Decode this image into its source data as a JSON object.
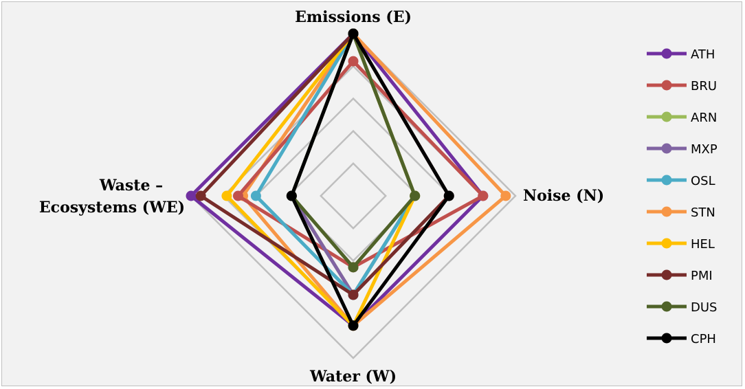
{
  "chart_data": {
    "type": "radar",
    "axes": [
      "Emissions (E)",
      "Noise (N)",
      "Water (W)",
      "Waste –",
      "Ecosystems (WE)"
    ],
    "axis_keys": [
      "E",
      "N",
      "W",
      "WE"
    ],
    "rmax": 5,
    "grid_levels": [
      1,
      2,
      3,
      4,
      5
    ],
    "grid": true,
    "legend_position": "right",
    "series": [
      {
        "name": "ATH",
        "color": "#7030A0",
        "values": [
          5,
          4.0,
          4,
          5
        ]
      },
      {
        "name": "BRU",
        "color": "#C0504D",
        "values": [
          4.15,
          4.0,
          2.2,
          3.55
        ]
      },
      {
        "name": "ARN",
        "color": "#9BBB59",
        "values": [
          5,
          1.9,
          3.05,
          1.9
        ]
      },
      {
        "name": "MXP",
        "color": "#8064A2",
        "values": [
          5,
          1.9,
          3.05,
          1.9
        ]
      },
      {
        "name": "OSL",
        "color": "#4BACC6",
        "values": [
          5,
          1.9,
          3.05,
          3.0
        ]
      },
      {
        "name": "STN",
        "color": "#F79646",
        "values": [
          5,
          4.7,
          4,
          3.4
        ]
      },
      {
        "name": "HEL",
        "color": "#FFC000",
        "values": [
          5,
          1.9,
          4,
          3.9
        ]
      },
      {
        "name": "PMI",
        "color": "#772C2A",
        "values": [
          5,
          2.95,
          3.05,
          4.7
        ]
      },
      {
        "name": "DUS",
        "color": "#4F6228",
        "values": [
          5,
          1.9,
          2.2,
          1.9
        ]
      },
      {
        "name": "CPH",
        "color": "#000000",
        "values": [
          5,
          2.95,
          4,
          1.9
        ]
      }
    ]
  }
}
